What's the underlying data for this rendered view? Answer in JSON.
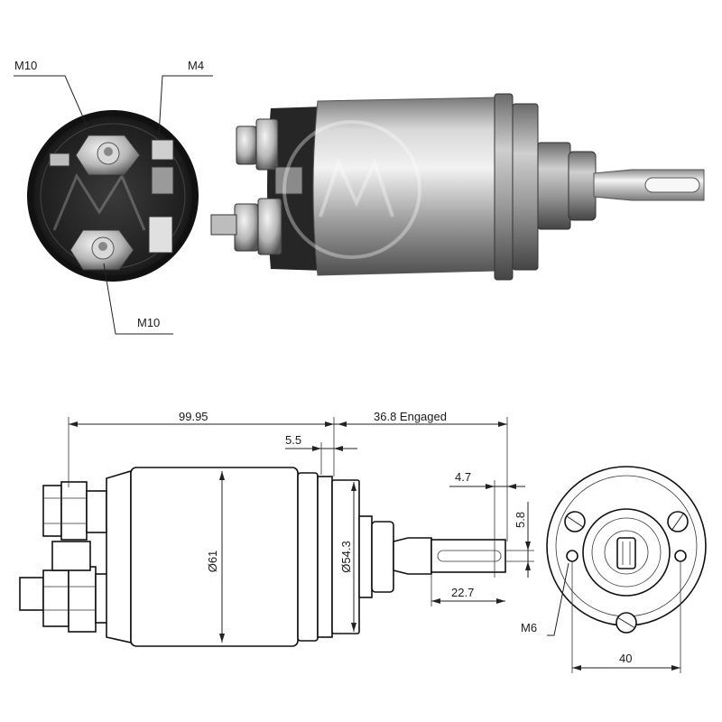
{
  "photo_callouts": {
    "top_left": "M10",
    "top_right": "M4",
    "bottom": "M10"
  },
  "dimensions": {
    "overall_length": "99.95",
    "plunger_travel": "36.8 Engaged",
    "flange_gap": "5.5",
    "body_diameter": "Ø61",
    "flange_diameter": "Ø54.3",
    "slot_width": "4.7",
    "slot_height": "5.8",
    "plunger_length": "22.7",
    "mount_thread": "M6",
    "hole_spacing": "40"
  },
  "icons": [
    "solenoid-photo",
    "brand-watermark"
  ],
  "colors": {
    "metal_light": "#e6e6e6",
    "metal_mid": "#a9a9a9",
    "metal_dark": "#5a5a5a",
    "cap_dark": "#2b2b2b"
  }
}
